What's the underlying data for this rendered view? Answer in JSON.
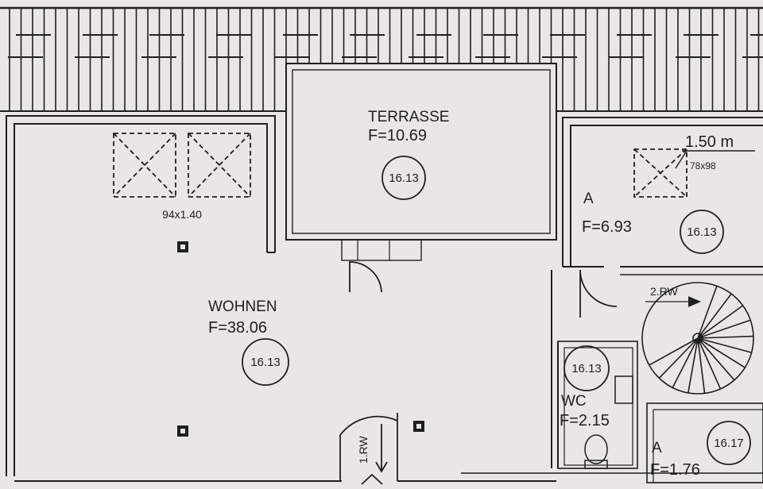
{
  "rooms": {
    "terrasse": {
      "name": "TERRASSE",
      "area": "F=10.69",
      "code": "16.13"
    },
    "wohnen": {
      "name": "WOHNEN",
      "area": "F=38.06",
      "code": "16.13"
    },
    "a_upper": {
      "name": "A",
      "area": "F=6.93",
      "code": "16.13"
    },
    "wc": {
      "name": "WC",
      "area": "F=2.15",
      "code": "16.13"
    },
    "a_lower": {
      "name": "A",
      "area": "F=1.76",
      "code": "16.17"
    }
  },
  "labels": {
    "skylight_size_left": "94x1.40",
    "skylight_size_right": "78x98",
    "dimension": "1.50 m",
    "stair_upper": "2.RW",
    "stair_lower": "1.RW"
  },
  "colors": {
    "paper": "#e9e7e4",
    "line": "#1f1f1f"
  }
}
